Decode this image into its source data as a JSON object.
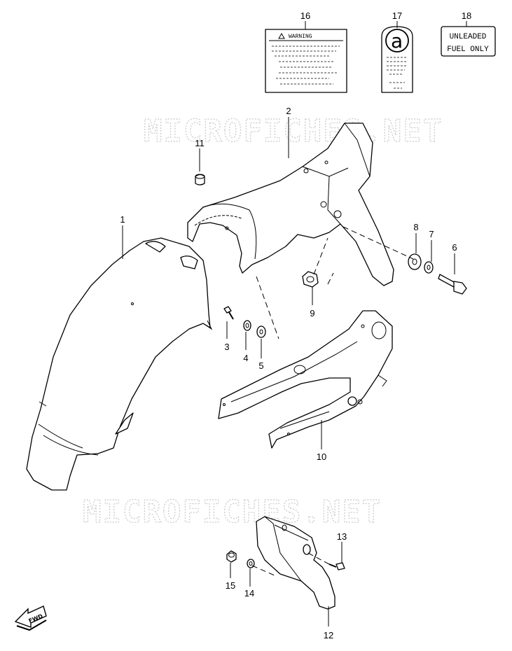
{
  "watermark": "MICROFICHES.NET",
  "labels": {
    "warning_title": "WARNING",
    "unleaded_line1": "UNLEADED",
    "unleaded_line2": "FUEL ONLY",
    "cap_letter": "a"
  },
  "fwd_arrow": "FWD",
  "callouts": [
    {
      "id": "1"
    },
    {
      "id": "2"
    },
    {
      "id": "3"
    },
    {
      "id": "4"
    },
    {
      "id": "5"
    },
    {
      "id": "6"
    },
    {
      "id": "7"
    },
    {
      "id": "8"
    },
    {
      "id": "9"
    },
    {
      "id": "10"
    },
    {
      "id": "11"
    },
    {
      "id": "12"
    },
    {
      "id": "13"
    },
    {
      "id": "14"
    },
    {
      "id": "15"
    },
    {
      "id": "16"
    },
    {
      "id": "17"
    },
    {
      "id": "18"
    }
  ]
}
